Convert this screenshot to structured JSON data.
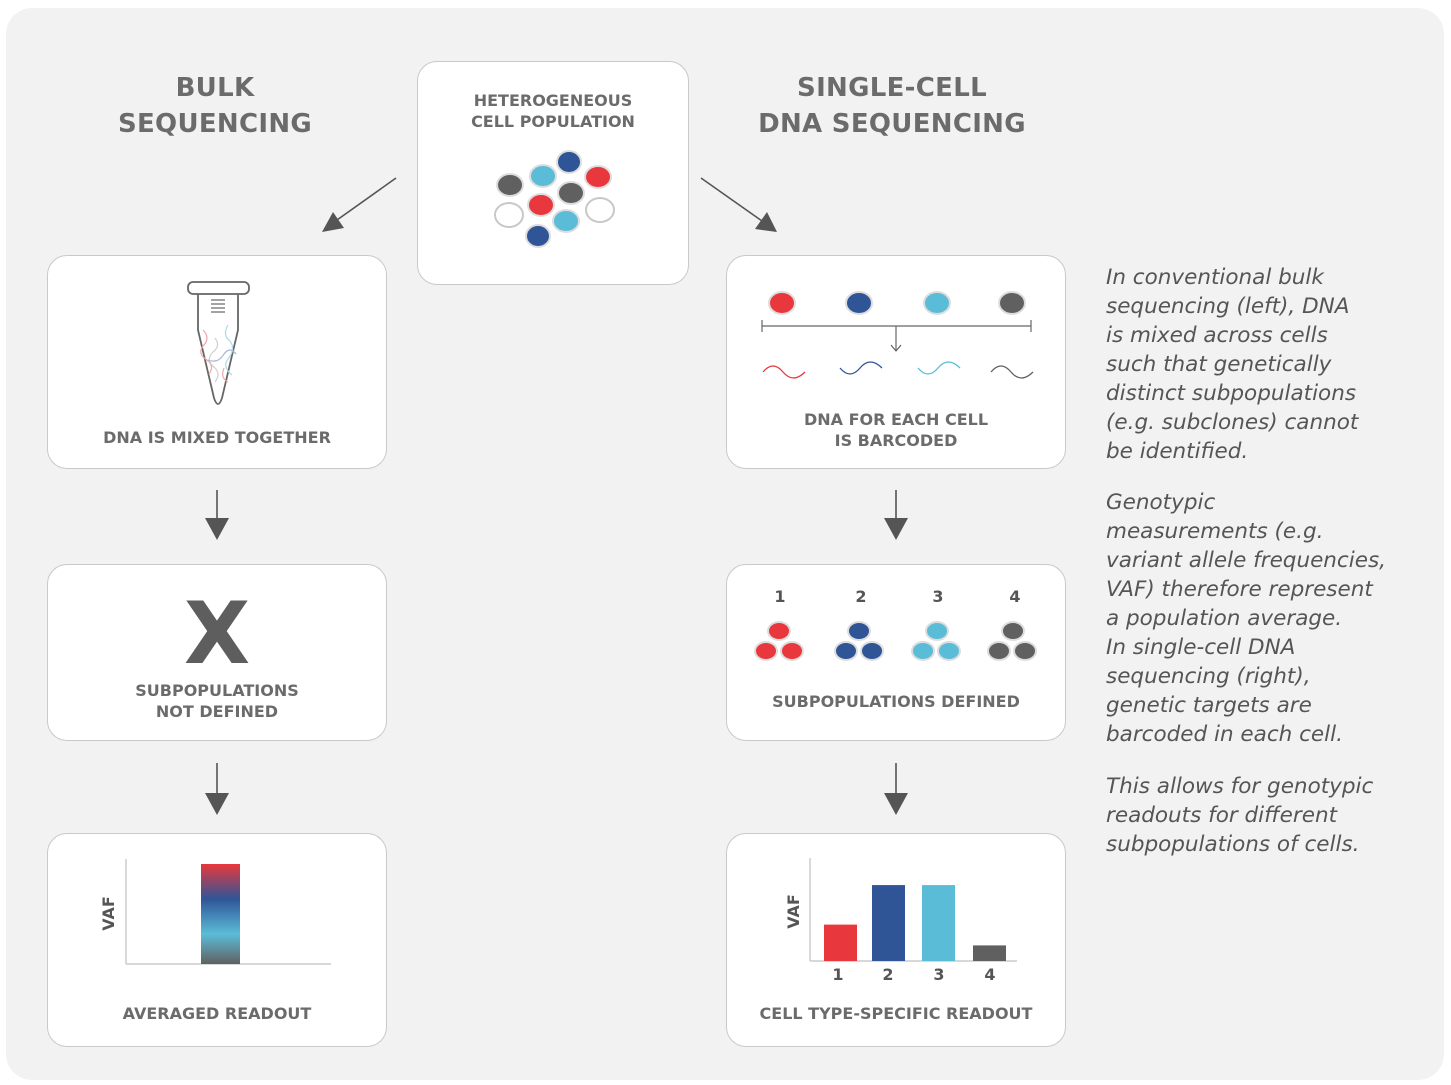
{
  "headings": {
    "bulk": [
      "BULK",
      "SEQUENCING"
    ],
    "single_cell": [
      "SINGLE-CELL",
      "DNA SEQUENCING"
    ]
  },
  "top_box": {
    "caption": [
      "HETEROGENEOUS",
      "CELL POPULATION"
    ]
  },
  "bulk": {
    "mixed_caption": "DNA IS MIXED TOGETHER",
    "x_mark": "X",
    "not_defined_caption": [
      "SUBPOPULATIONS",
      "NOT DEFINED"
    ],
    "readout_caption": "AVERAGED READOUT",
    "axis_label": "VAF"
  },
  "single": {
    "barcoded_caption": [
      "DNA FOR EACH CELL",
      "IS BARCODED"
    ],
    "subpop_numbers": [
      "1",
      "2",
      "3",
      "4"
    ],
    "defined_caption": "SUBPOPULATIONS DEFINED",
    "readout_caption": "CELL TYPE-SPECIFIC READOUT",
    "axis_label": "VAF"
  },
  "colors": {
    "red": "#e8383d",
    "navy": "#2f5597",
    "cyan": "#5bbcd8",
    "gray": "#606060"
  },
  "chart_data": [
    {
      "type": "bar",
      "categories": [
        ""
      ],
      "values": [
        1
      ],
      "ylabel": "VAF",
      "note": "single averaged bar with red-navy-cyan-gray gradient"
    },
    {
      "type": "bar",
      "categories": [
        "1",
        "2",
        "3",
        "4"
      ],
      "values": [
        0.35,
        0.73,
        0.73,
        0.15
      ],
      "ylabel": "VAF",
      "colors": [
        "#e8383d",
        "#2f5597",
        "#5bbcd8",
        "#606060"
      ]
    }
  ],
  "side_text": {
    "para1": [
      "In conventional bulk",
      "sequencing (left), DNA",
      "is mixed across cells",
      "such that genetically",
      "distinct subpopulations",
      "(e.g. subclones) cannot",
      "be identified."
    ],
    "para2": [
      "Genotypic",
      "measurements (e.g.",
      "variant allele frequencies,",
      "VAF) therefore represent",
      "a population average.",
      "In single-cell DNA",
      "sequencing (right),",
      "genetic targets are",
      "barcoded in each cell."
    ],
    "para3": [
      "This allows for genotypic",
      "readouts for different",
      "subpopulations of cells."
    ]
  }
}
